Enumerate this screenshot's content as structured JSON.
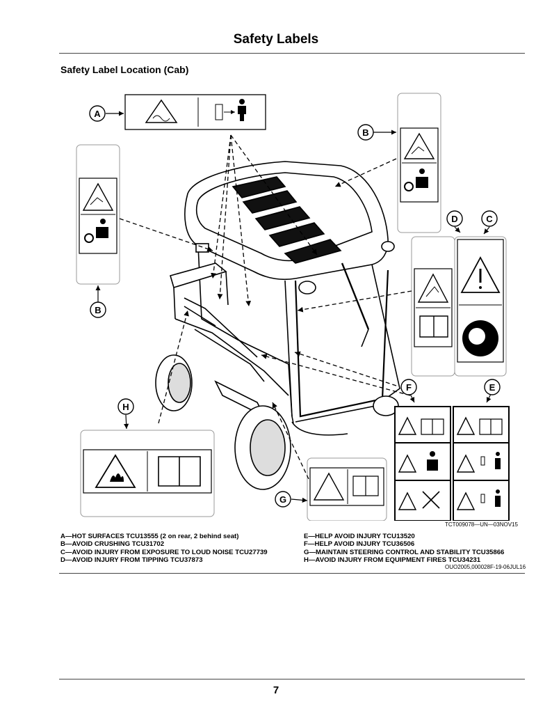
{
  "page": {
    "title": "Safety Labels",
    "subtitle": "Safety Label Location (Cab)",
    "page_number": "7"
  },
  "figure": {
    "callouts": [
      "A",
      "B",
      "B",
      "C",
      "D",
      "E",
      "F",
      "G",
      "H"
    ],
    "figure_ref": "TCT009078—UN—03NOV15",
    "doc_ref": "OUO2005,000028F-19-06JUL16"
  },
  "legend": {
    "left": [
      "A—HOT SURFACES TCU13555 (2 on rear, 2 behind seat)",
      "B—AVOID CRUSHING TCU31702",
      "C—AVOID INJURY FROM EXPOSURE TO LOUD NOISE TCU27739",
      "D—AVOID INJURY FROM TIPPING TCU37873"
    ],
    "right": [
      "E—HELP AVOID INJURY TCU13520",
      "F—HELP AVOID INJURY TCU36506",
      "G—MAINTAIN STEERING CONTROL AND STABILITY TCU35866",
      "H—AVOID INJURY FROM EQUIPMENT FIRES TCU34231"
    ]
  }
}
